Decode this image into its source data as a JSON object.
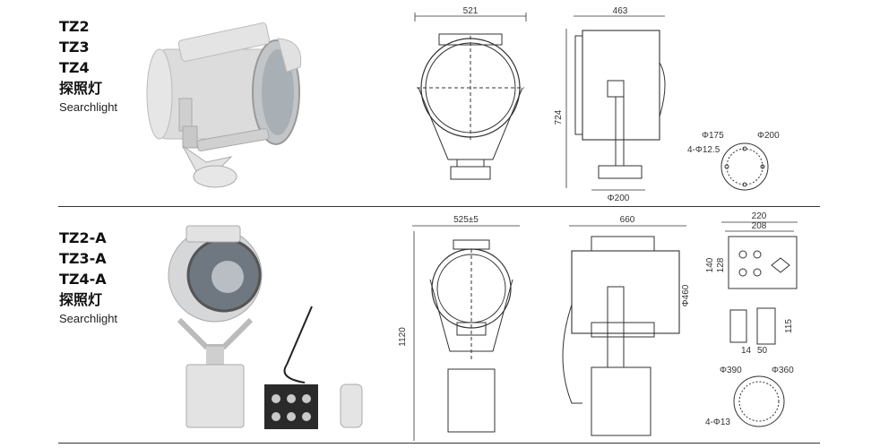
{
  "section1": {
    "models": [
      "TZ2",
      "TZ3",
      "TZ4"
    ],
    "chinese_name": "探照灯",
    "english_name": "Searchlight",
    "front_view": {
      "width_dim": "521"
    },
    "side_view": {
      "depth_dim": "463",
      "height_dim": "724",
      "base_dim": "Φ200"
    },
    "base_flange": {
      "pcd_dim": "Φ175",
      "outer_dim": "Φ200",
      "holes_dim": "4-Φ12.5"
    }
  },
  "section2": {
    "models": [
      "TZ2-A",
      "TZ3-A",
      "TZ4-A"
    ],
    "chinese_name": "探照灯",
    "english_name": "Searchlight",
    "front_view": {
      "width_dim": "525±5",
      "height_dim": "1120"
    },
    "side_view": {
      "depth_dim": "660",
      "drum_dim": "Φ460"
    },
    "control_box": {
      "width_outer": "220",
      "width_inner": "208",
      "height_outer": "140",
      "height_inner": "128"
    },
    "remote": {
      "dim_depth": "14",
      "dim_width": "50",
      "dim_height": "115"
    },
    "base_flange": {
      "outer_dim": "Φ390",
      "pcd_dim": "Φ360",
      "holes_dim": "4-Φ13"
    }
  },
  "colors": {
    "line": "#333333",
    "body_grey": "#d9dadb",
    "panel_dark": "#2a2a2a"
  }
}
